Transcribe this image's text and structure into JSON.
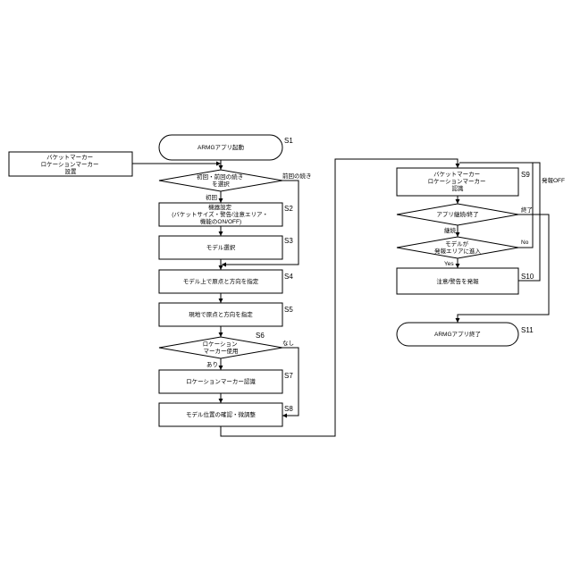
{
  "nodes": {
    "s1": {
      "step": "S1",
      "label": [
        "ARMGアプリ起動"
      ]
    },
    "marker_setup": {
      "label": [
        "バケットマーカー",
        "ロケーションマーカー",
        "設置"
      ]
    },
    "d1": {
      "label": [
        "初回・前回の続き",
        "を選択"
      ]
    },
    "s2": {
      "step": "S2",
      "label": [
        "機器設定",
        "(バケットサイズ・警告/注意エリア・",
        "機能のON/OFF)"
      ]
    },
    "s3": {
      "step": "S3",
      "label": [
        "モデル選択"
      ]
    },
    "s4": {
      "step": "S4",
      "label": [
        "モデル上で原点と方向を指定"
      ]
    },
    "s5": {
      "step": "S5",
      "label": [
        "現地で原点と方向を指定"
      ]
    },
    "s6": {
      "step": "S6",
      "label": [
        "ロケーション",
        "マーカー使用"
      ]
    },
    "s7": {
      "step": "S7",
      "label": [
        "ロケーションマーカー認識"
      ]
    },
    "s8": {
      "step": "S8",
      "label": [
        "モデル位置の確認・微調整"
      ]
    },
    "s9": {
      "step": "S9",
      "label": [
        "バケットマーカー",
        "ロケーションマーカー",
        "認識"
      ]
    },
    "d_app": {
      "label": [
        "アプリ継続/終了"
      ]
    },
    "d_area": {
      "label": [
        "モデルが",
        "発報エリアに進入"
      ]
    },
    "s10": {
      "step": "S10",
      "label": [
        "注意/警告を発報"
      ]
    },
    "s11": {
      "step": "S11",
      "label": [
        "ARMGアプリ終了"
      ]
    }
  },
  "edges": {
    "first_time": "初回",
    "continue_previous": "前回の続き",
    "marker_present": "あり",
    "marker_absent": "なし",
    "app_continue": "継続",
    "app_end": "終了",
    "area_yes": "Yes",
    "area_no": "No",
    "alarm_off": "発報OFF"
  }
}
